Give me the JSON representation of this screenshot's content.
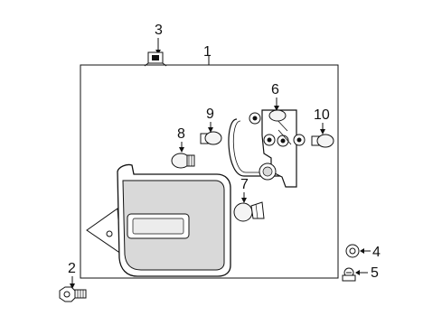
{
  "callouts": {
    "c1": "1",
    "c2": "2",
    "c3": "3",
    "c4": "4",
    "c5": "5",
    "c6": "6",
    "c7": "7",
    "c8": "8",
    "c9": "9",
    "c10": "10"
  },
  "colors": {
    "line": "#111111",
    "lens_fill": "#d9d9d9",
    "bulb_fill": "#f4f4f4"
  },
  "parts": [
    {
      "callout": "1",
      "part": "tail-lamp-assembly"
    },
    {
      "callout": "2",
      "part": "bolt"
    },
    {
      "callout": "3",
      "part": "clip-nut"
    },
    {
      "callout": "4",
      "part": "grommet"
    },
    {
      "callout": "5",
      "part": "screw"
    },
    {
      "callout": "6",
      "part": "socket-and-wire"
    },
    {
      "callout": "7",
      "part": "bulb"
    },
    {
      "callout": "8",
      "part": "bulb"
    },
    {
      "callout": "9",
      "part": "bulb"
    },
    {
      "callout": "10",
      "part": "bulb"
    }
  ]
}
